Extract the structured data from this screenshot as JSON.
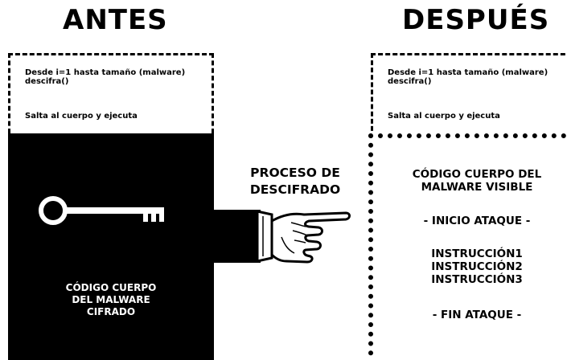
{
  "before": {
    "heading": "ANTES",
    "line1": "Desde i=1 hasta tamaño (malware)",
    "line2": "descifra()",
    "line3": "Salta al cuerpo y ejecuta",
    "encrypted_body": [
      "CÓDIGO CUERPO",
      "DEL MALWARE",
      "CIFRADO"
    ],
    "key_icon": "key-icon"
  },
  "process": {
    "label": [
      "PROCESO DE",
      "DESCIFRADO"
    ],
    "hand_icon": "pointing-hand-icon"
  },
  "after": {
    "heading": "DESPUÉS",
    "line1": "Desde i=1 hasta tamaño (malware)",
    "line2": "descifra()",
    "line3": "Salta al cuerpo y ejecuta",
    "visible_title": [
      "CÓDIGO CUERPO DEL",
      "MALWARE VISIBLE"
    ],
    "attack_start": "- INICIO ATAQUE -",
    "instructions": [
      "INSTRUCCIÓN1",
      "INSTRUCCIÓN2",
      "INSTRUCCIÓN3"
    ],
    "attack_end": "- FIN ATAQUE -"
  }
}
